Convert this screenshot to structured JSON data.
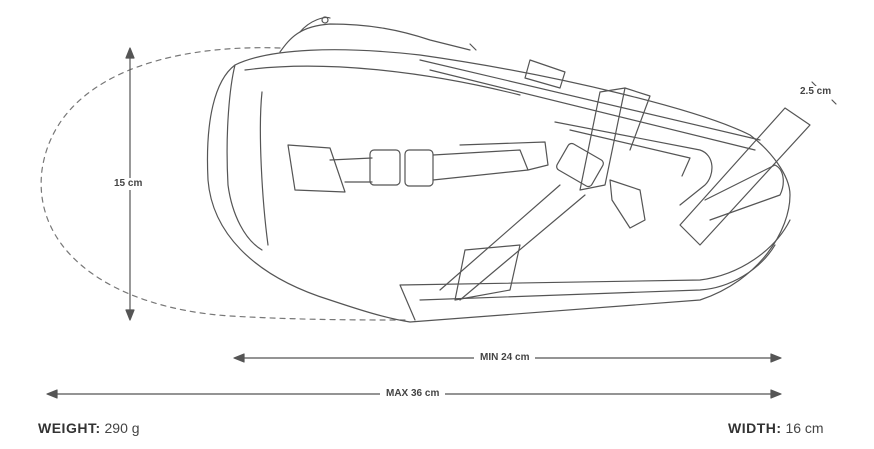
{
  "dimensions": {
    "height": "15 cm",
    "clamp": "2.5 cm",
    "min_length": "MIN 24 cm",
    "max_length": "MAX 36 cm"
  },
  "specs": {
    "weight_label": "WEIGHT:",
    "weight_value": "290 g",
    "width_label": "WIDTH:",
    "width_value": "16 cm"
  },
  "colors": {
    "line": "#555555",
    "dashed": "#777777",
    "text": "#333333"
  }
}
